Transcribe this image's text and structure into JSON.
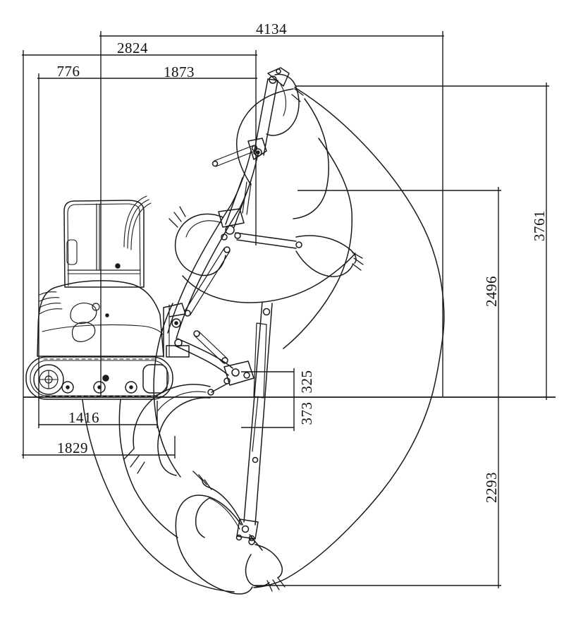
{
  "diagram": {
    "type": "technical-drawing",
    "subject": "mini-excavator working range diagram",
    "background_color": "#ffffff",
    "line_color": "#1a1a1a",
    "dimensions": {
      "top": {
        "overall_reach": "4134",
        "second_reach": "2824",
        "tail_length": "776",
        "front_length": "1873"
      },
      "right": {
        "upper_height": "3761",
        "middle_height": "2496",
        "lower_depth": "2293"
      },
      "middle": {
        "above_ground": "325",
        "below_ground": "373"
      },
      "bottom": {
        "track_length": "1416",
        "undercarriage_length": "1829"
      }
    }
  }
}
